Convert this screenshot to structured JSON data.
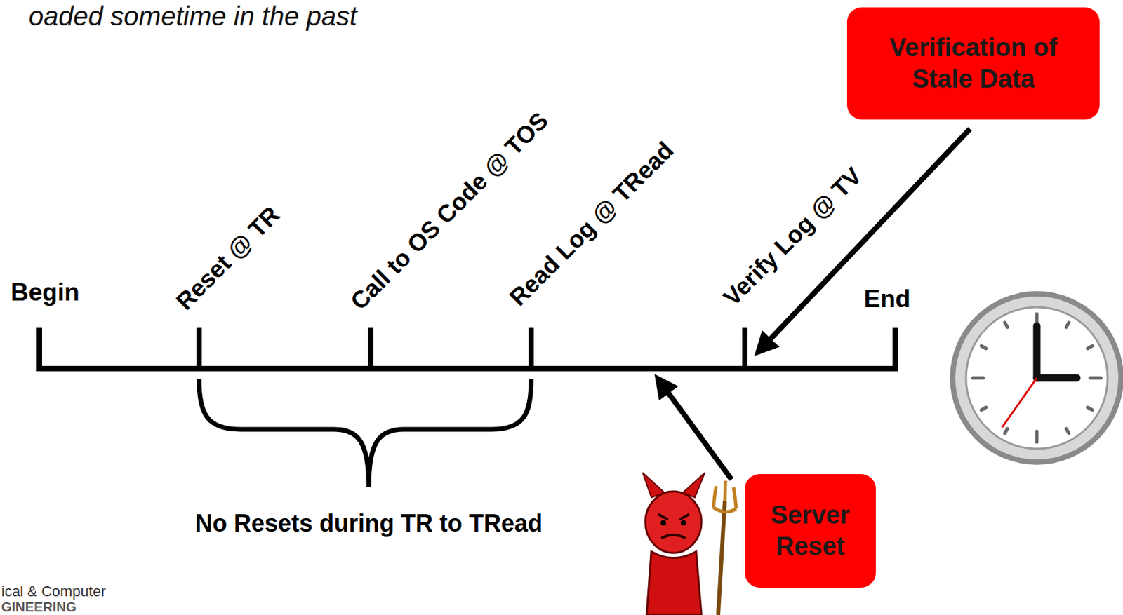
{
  "diagram": {
    "nodes": [
      {
        "text": [
          "Verification of Stale Data"
        ]
      },
      {
        "text": [
          "Server Reset"
        ]
      }
    ],
    "labels": [
      "oaded sometime in the past",
      "Begin",
      "Reset @ TR",
      "Call to OS Code @ TOS",
      "Read Log @ TRead",
      "Verify Log @ TV",
      "End",
      "No Resets during TR to TRead",
      "ical & Computer",
      "GINEERING"
    ]
  }
}
